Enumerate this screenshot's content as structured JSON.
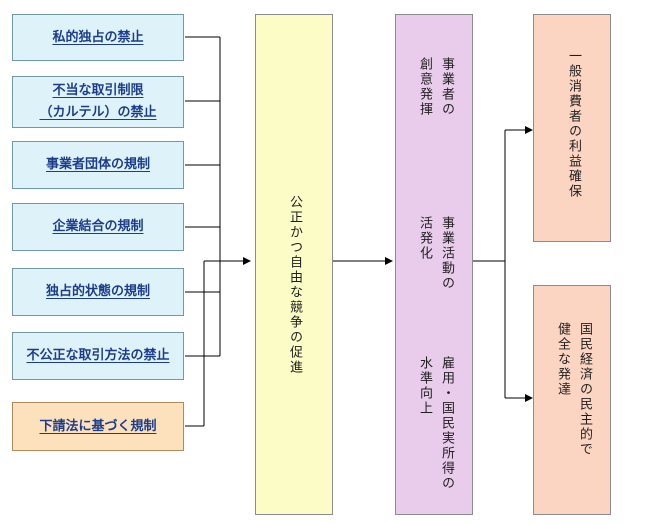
{
  "left_boxes": [
    {
      "line1": "私的独占の禁止",
      "line2": ""
    },
    {
      "line1": "不当な取引制限",
      "line2": "（カルテル）の禁止"
    },
    {
      "line1": "事業者団体の規制",
      "line2": ""
    },
    {
      "line1": "企業結合の規制",
      "line2": ""
    },
    {
      "line1": "独占的状態の規制",
      "line2": ""
    },
    {
      "line1": "不公正な取引方法の禁止",
      "line2": ""
    },
    {
      "line1": "下請法に基づく規制",
      "line2": ""
    }
  ],
  "center_box": {
    "text": "公正かつ自由な競争の促進"
  },
  "effects_box": {
    "items": [
      {
        "col1": "事業者の",
        "col2": "創意発揮"
      },
      {
        "col1": "事業活動の",
        "col2": "活発化"
      },
      {
        "col1": "雇用・国民実所得の",
        "col2": "水準向上"
      }
    ]
  },
  "outcome_boxes": [
    {
      "col1": "一般消費者の利益確保",
      "col2": ""
    },
    {
      "col1": "国民経済の民主的で",
      "col2": "健全な発達"
    }
  ],
  "colors": {
    "left_box_bg": "#ddf3f9",
    "left_box_text": "#1d3d8c",
    "subcontract_box_bg": "#fde0bc",
    "center_box_bg": "#fbfcc6",
    "effects_box_bg": "#e9ccec",
    "outcome_box_bg": "#fbd5c2"
  }
}
